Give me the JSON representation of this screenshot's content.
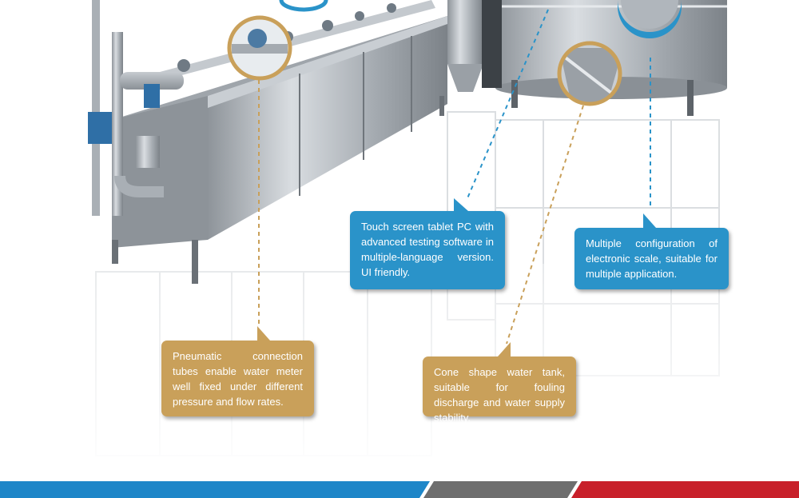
{
  "callouts": {
    "touch_screen": "Touch screen tablet PC with advanced testing software in multiple-language version. UI friendly.",
    "electronic_scale": "Multiple configuration of electronic scale, suitable for multiple application.",
    "pneumatic_tubes": "Pneumatic connection tubes enable water meter well fixed under different pressure and flow rates.",
    "cone_tank": "Cone shape water tank, suitable for fouling discharge and water supply stability."
  },
  "colors": {
    "callout_blue": "#2a93c9",
    "callout_gold": "#c9a05a",
    "stripe_blue": "#1e86c8",
    "stripe_gray": "#6e6e6e",
    "stripe_red": "#c8202a",
    "steel": "#b9bec3"
  }
}
